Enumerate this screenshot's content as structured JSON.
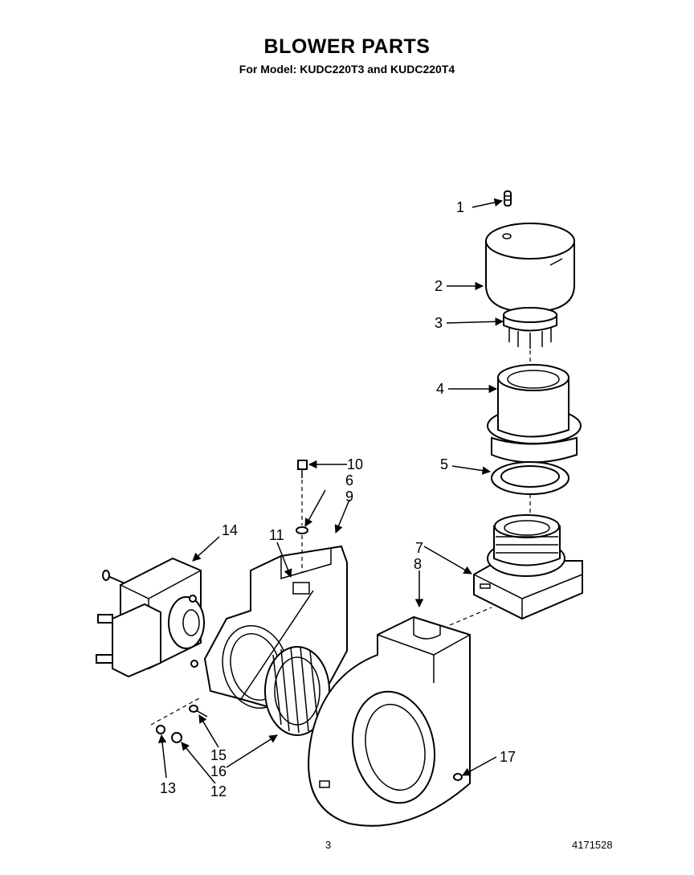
{
  "header": {
    "title": "BLOWER PARTS",
    "subtitle": "For Model: KUDC220T3 and KUDC220T4"
  },
  "callouts": [
    "1",
    "2",
    "3",
    "4",
    "5",
    "6",
    "7",
    "8",
    "9",
    "10",
    "11",
    "12",
    "13",
    "14",
    "15",
    "16",
    "17"
  ],
  "footer": {
    "page_number": "3",
    "document_number": "4171528"
  }
}
